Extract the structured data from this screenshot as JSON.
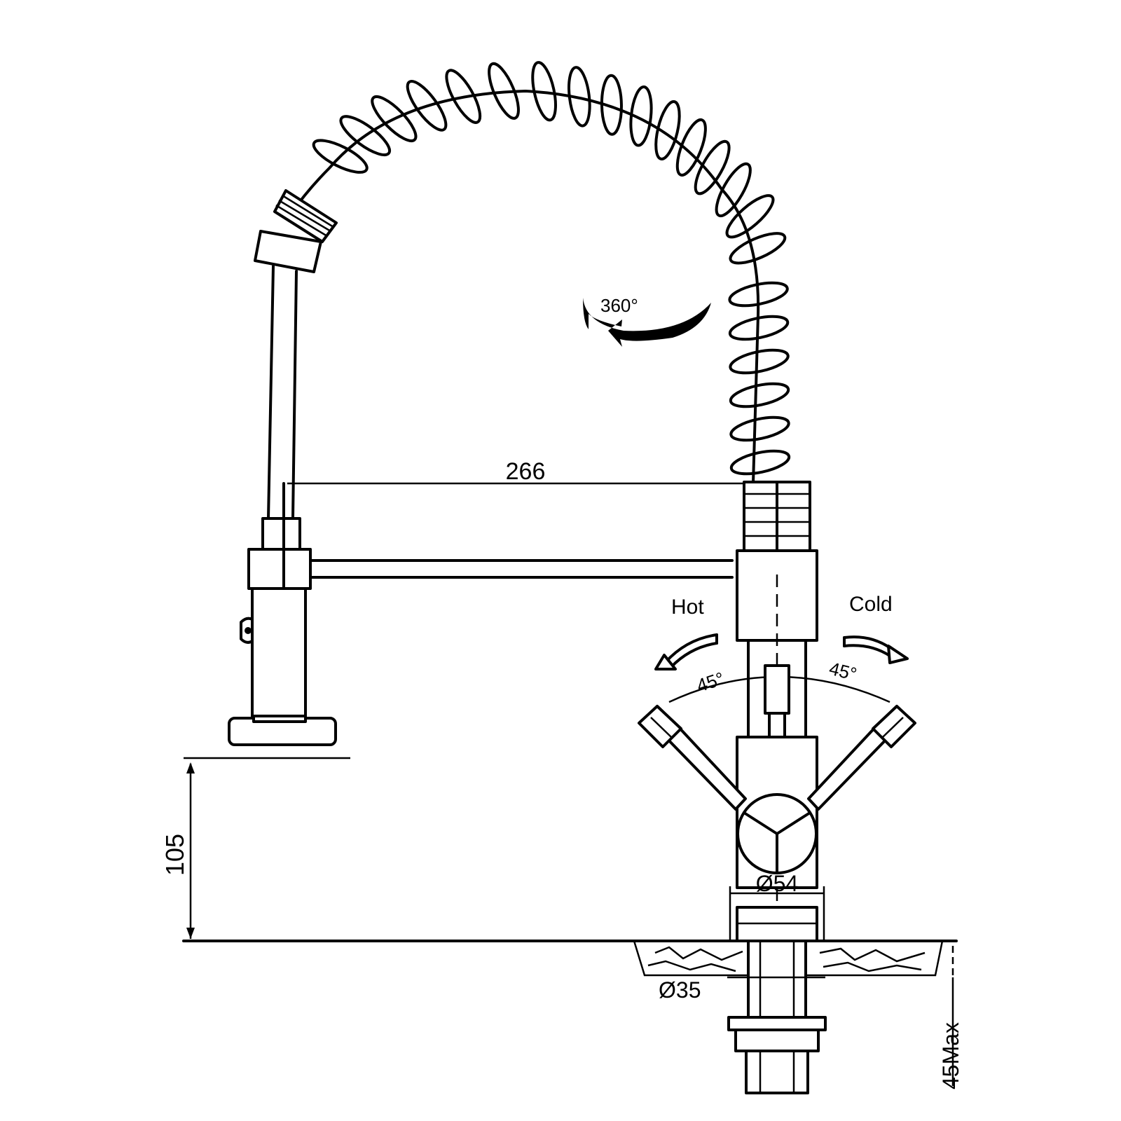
{
  "labels": {
    "rotation": "360°",
    "spout_reach": "266",
    "hot": "Hot",
    "cold": "Cold",
    "angle_left": "45°",
    "angle_right": "45°",
    "height": "105",
    "body_diameter": "Ø54",
    "hole_diameter": "Ø35",
    "deck_thickness": "45Max"
  },
  "colors": {
    "stroke": "#000000",
    "background": "#ffffff"
  }
}
